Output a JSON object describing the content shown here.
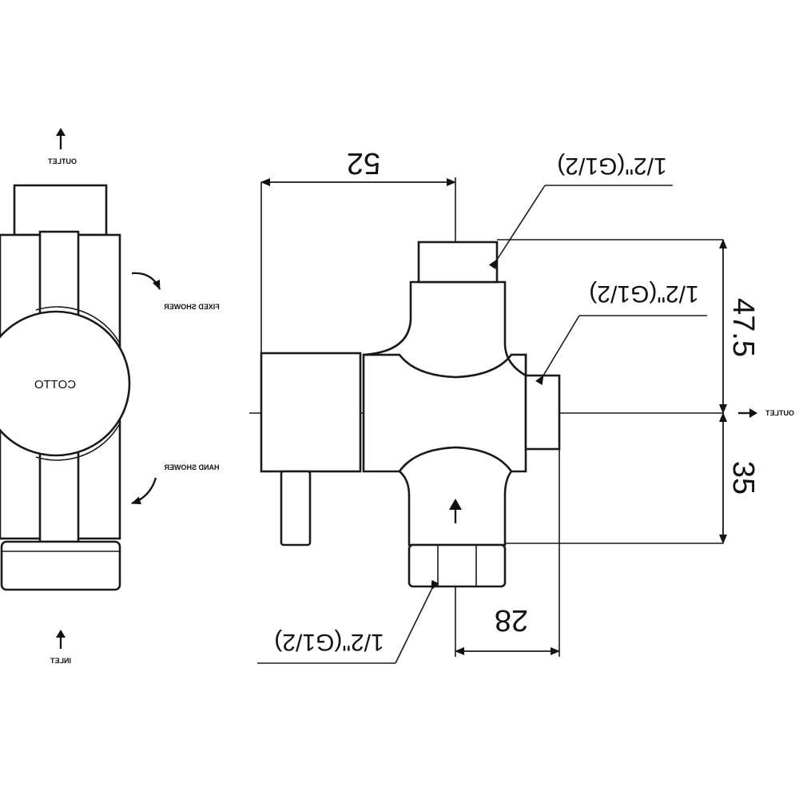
{
  "front_view": {
    "outlet_label": "OUTLET",
    "fixed_shower_label": "FIXED SHOWER",
    "hand_shower_label": "HAND SHOWER",
    "inlet_label": "INLET",
    "logo_text": "COTTO"
  },
  "side_view": {
    "dim_width_top": "52",
    "dim_height_upper": "47.5",
    "dim_height_lower": "35",
    "dim_offset_bottom": "28",
    "thread_top": "1/2\"(G1/2)",
    "thread_side": "1/2\"(G1/2)",
    "thread_bottom": "1/2\"(G1/2)",
    "outlet_label": "OUTLET"
  }
}
